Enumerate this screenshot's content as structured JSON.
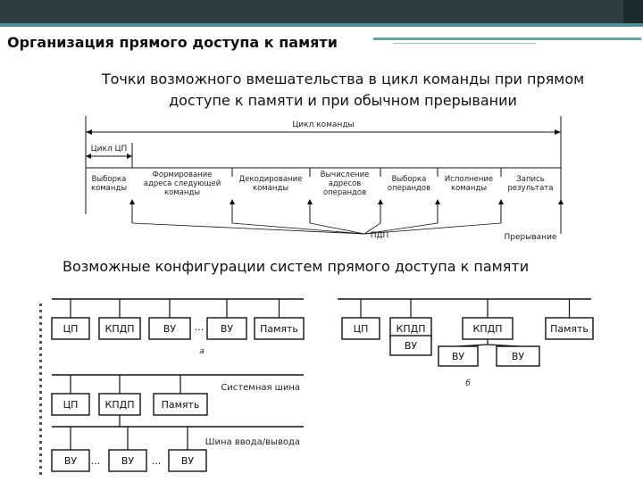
{
  "slide": {
    "title": "Организация прямого доступа к памяти",
    "subtitle_line1": "Точки возможного вмешательства в цикл команды при прямом",
    "subtitle_line2": "доступе к памяти и при обычном прерывании",
    "caption2": "Возможные конфигурации систем прямого доступа к памяти"
  },
  "cycle_diagram": {
    "cycle_label": "Цикл команды",
    "cpu_cycle_label": "Цикл ЦП",
    "stages": [
      [
        "Выборка",
        "команды"
      ],
      [
        "Формирование",
        "адреса следующей",
        "команды"
      ],
      [
        "Декодирование",
        "команды"
      ],
      [
        "Вычисление",
        "адресов",
        "операндов"
      ],
      [
        "Выборка",
        "операндов"
      ],
      [
        "Исполнение",
        "команды"
      ],
      [
        "Запись",
        "результата"
      ]
    ],
    "dma_label": "ПДП",
    "interrupt_label": "Прерывание"
  },
  "config_a": {
    "boxes": [
      "ЦП",
      "КПДП",
      "ВУ",
      "ВУ",
      "Память"
    ],
    "ellipsis": "...",
    "label": "а"
  },
  "config_b": {
    "top_boxes": [
      "ЦП",
      "КПДП",
      "КПДП",
      "Память"
    ],
    "sub_box": "ВУ",
    "sub_boxes": [
      "ВУ",
      "ВУ"
    ],
    "label": "б"
  },
  "config_c": {
    "system_bus_label": "Системная шина",
    "io_bus_label": "Шина ввода/вывода",
    "top_boxes": [
      "ЦП",
      "КПДП",
      "Память"
    ],
    "bottom_boxes": [
      "ВУ",
      "ВУ",
      "ВУ"
    ],
    "ellipsis": "..."
  }
}
